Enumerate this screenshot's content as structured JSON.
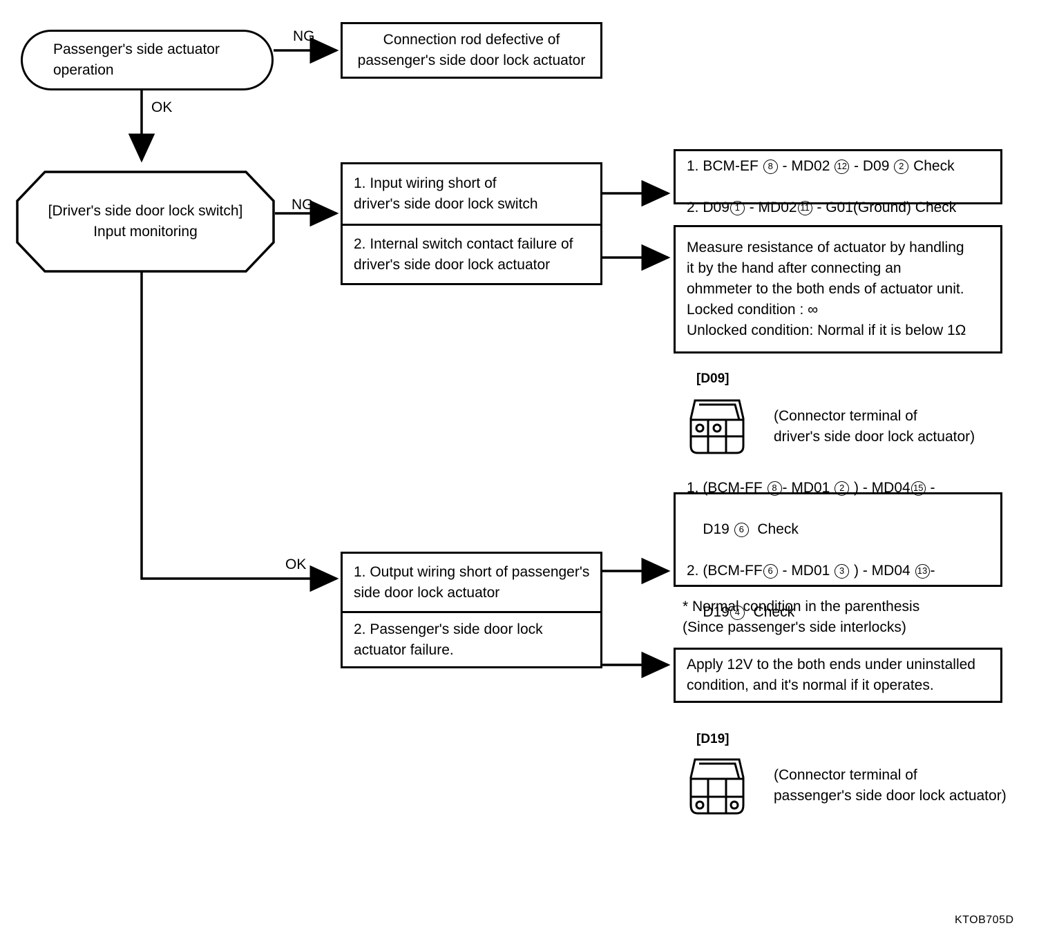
{
  "figure": {
    "code": "KTOB705D",
    "type": "troubleshooting-flowchart"
  },
  "nodes": {
    "start": {
      "label": "Passenger's side actuator\noperation",
      "shape": "rounded"
    },
    "connection_rod": {
      "label": "Connection rod defective of\npassenger's side door lock actuator",
      "shape": "rect"
    },
    "input_monitoring": {
      "label": "[Driver's side door lock switch]\nInput monitoring",
      "shape": "octagon"
    },
    "ng_causes": {
      "items": [
        "1. Input wiring short of\n     driver's side door lock switch",
        "2. Internal switch contact failure of\n     driver's side door lock actuator"
      ]
    },
    "ok_causes": {
      "items": [
        "1. Output wiring short of passenger's\n     side door lock actuator",
        "2. Passenger's side door lock\n     actuator failure."
      ]
    },
    "check_bcm_ef": {
      "lines": [
        "1. BCM-EF (8) - MD02 (12) - D09 (2)  Check",
        "2. D09(1) - MD02(11) - G01(Ground) Check"
      ]
    },
    "measure_resistance": {
      "lines": [
        "Measure resistance of actuator by handling",
        "it by the hand after connecting an",
        "ohmmeter to the both ends of actuator unit.",
        "Locked condition : ∞",
        "Unlocked condition: Normal if it is below 1Ω"
      ]
    },
    "check_bcm_ff": {
      "lines": [
        "1. (BCM-FF (8) - MD01 (2) ) - MD04(15) -",
        "     D19 (6)   Check",
        "2. (BCM-FF(6) - MD01 (3) ) - MD04 (13) -",
        "     D19(4)   Check"
      ]
    },
    "apply_12v": {
      "lines": [
        "Apply 12V to the both ends under uninstalled",
        "condition, and it's normal if it operates."
      ]
    }
  },
  "notes": {
    "parenthesis_note": "*  Normal condition in the parenthesis\n    (Since passenger's side interlocks)"
  },
  "edges": {
    "ng_top": "NG",
    "ok_top": "OK",
    "ng_mid": "NG",
    "ok_bottom": "OK"
  },
  "connectors": [
    {
      "tag": "[D09]",
      "caption": "(Connector terminal of\ndriver's side door lock actuator)",
      "pins": "top-left,top-middle"
    },
    {
      "tag": "[D19]",
      "caption": "(Connector terminal of\npassenger's side door lock actuator)",
      "pins": "bottom-left,bottom-right"
    }
  ],
  "colors": {
    "ink": "#000000",
    "paper": "#ffffff"
  }
}
